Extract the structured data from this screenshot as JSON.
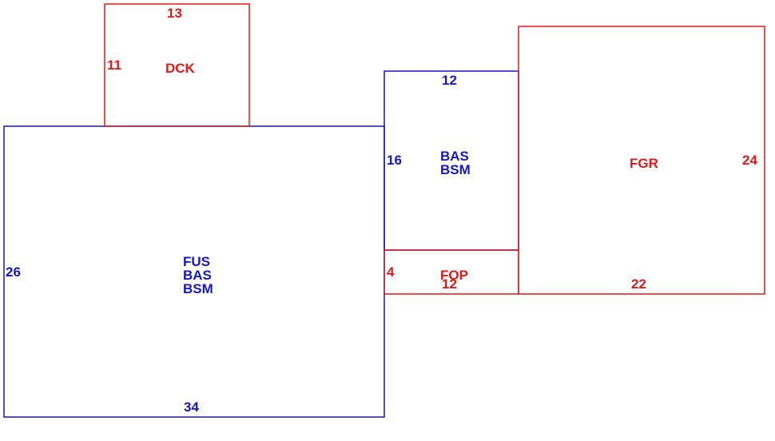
{
  "colors": {
    "blue": "#1515c8",
    "red": "#e01818"
  },
  "areas": {
    "main": {
      "codes": [
        "FUS",
        "BAS",
        "BSM"
      ],
      "dim_left": "26",
      "dim_bottom": "34",
      "color": "blue"
    },
    "deck": {
      "code": "DCK",
      "dim_top": "13",
      "dim_left": "11",
      "color": "red"
    },
    "addition": {
      "codes": [
        "BAS",
        "BSM"
      ],
      "dim_top": "12",
      "dim_left": "16",
      "color": "blue"
    },
    "porch": {
      "code": "FOP",
      "dim_left": "4",
      "dim_bottom": "12",
      "color": "red"
    },
    "garage": {
      "code": "FGR",
      "dim_right": "24",
      "dim_bottom": "22",
      "color": "red"
    }
  }
}
